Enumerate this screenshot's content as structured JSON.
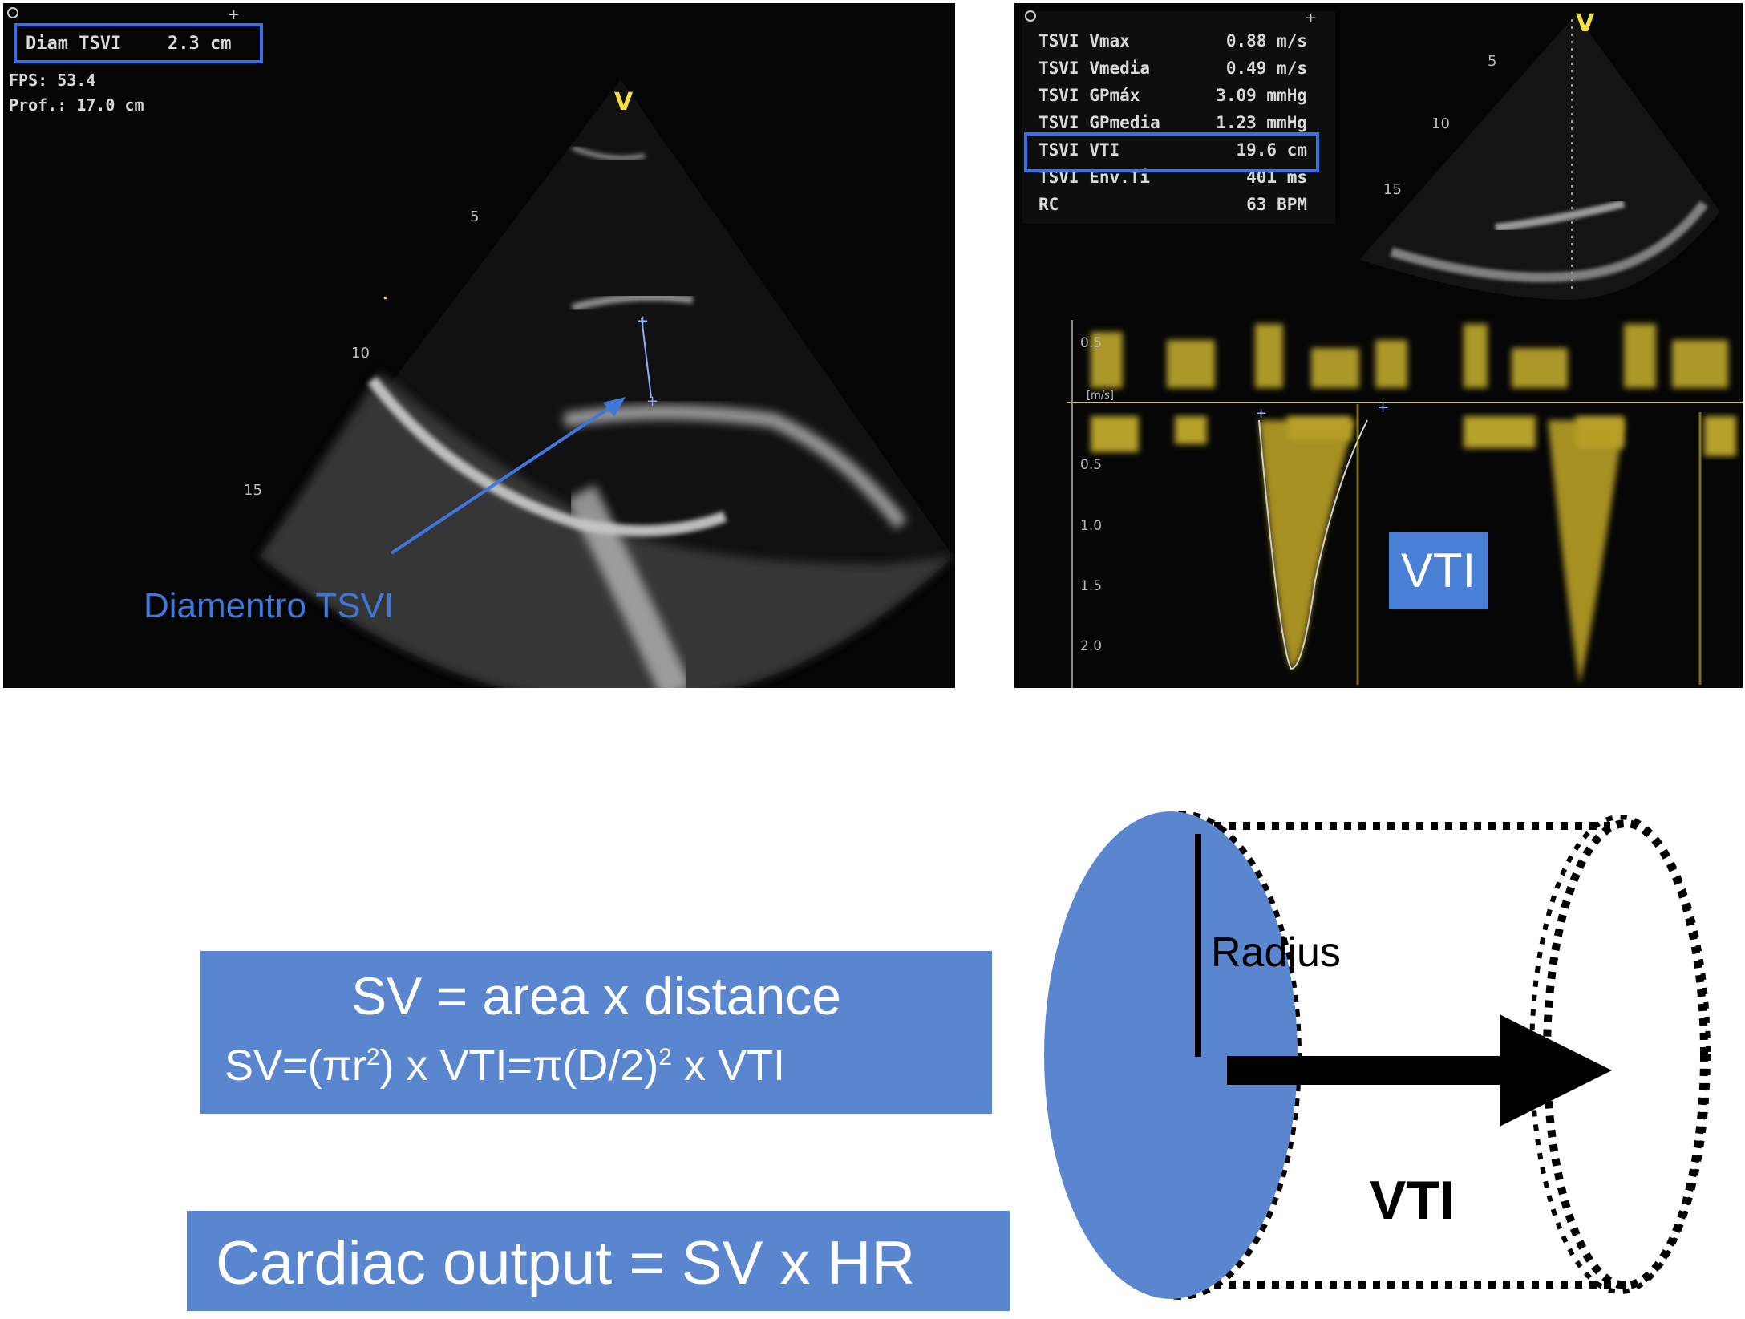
{
  "left_panel": {
    "measure_label": "Diam TSVI",
    "measure_value": "2.3 cm",
    "fps": "FPS: 53.4",
    "depth": "Prof.: 17.0 cm",
    "orientation_marker": "V",
    "depth_ticks": [
      "5",
      "10",
      "15"
    ],
    "annotation": "Diamentro TSVI"
  },
  "right_panel": {
    "orientation_marker": "V",
    "depth_ticks": [
      "5",
      "10",
      "15"
    ],
    "measurements": [
      {
        "label": "TSVI Vmax",
        "value": "0.88 m/s"
      },
      {
        "label": "TSVI Vmedia",
        "value": "0.49 m/s"
      },
      {
        "label": "TSVI GPmáx",
        "value": "3.09 mmHg"
      },
      {
        "label": "TSVI GPmedia",
        "value": "1.23 mmHg"
      },
      {
        "label": "TSVI VTI",
        "value": "19.6 cm"
      },
      {
        "label": "TSVI Env.Ti",
        "value": "401 ms"
      },
      {
        "label": "RC",
        "value": "63 BPM"
      }
    ],
    "doppler_axis": [
      "0.5",
      "[m/s]",
      "0.5",
      "1.0",
      "1.5",
      "2.0"
    ],
    "vti_tag": "VTI"
  },
  "formulas": {
    "sv_line1": "SV = area x distance",
    "sv_line2_a": "SV=(",
    "pi": "π",
    "sv_line2_b": "r",
    "sup2": "2",
    "sv_line2_c": ") x VTI=",
    "sv_line2_d": "(D/2)",
    "sv_line2_e": " x VTI",
    "cardiac_output": "Cardiac output = SV x HR"
  },
  "cylinder": {
    "radius_label": "Radius",
    "vti_label": "VTI",
    "fill_color": "#5a86d0"
  },
  "colors": {
    "highlight_box": "#3a6fe8",
    "label_blue": "#3f78d8",
    "doppler_yellow": "#e8d13a",
    "formula_bg": "#5a86d0"
  }
}
